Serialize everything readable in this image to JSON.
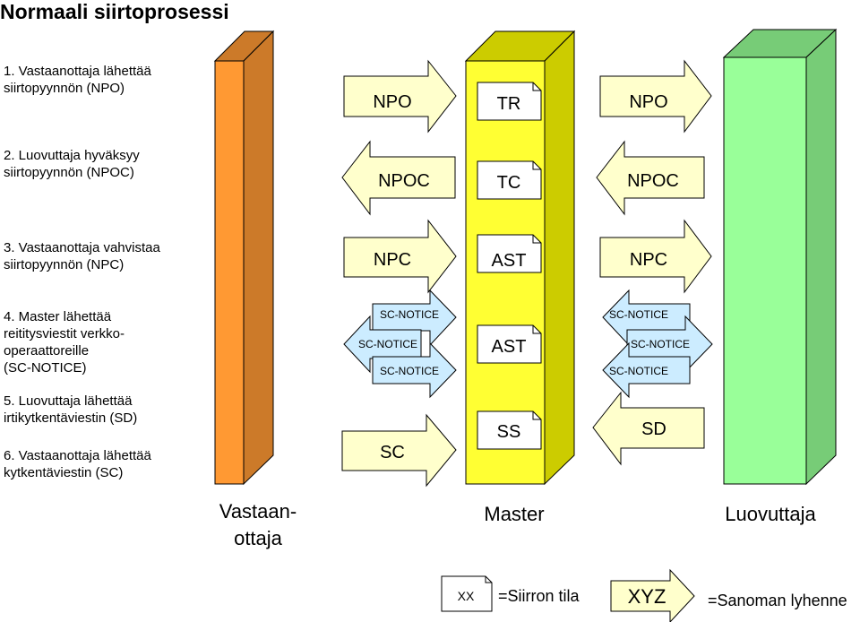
{
  "title": "Normaali siirtoprosessi",
  "steps": [
    {
      "lines": [
        "1. Vastaanottaja lähettää",
        "siirtopyynnön (NPO)"
      ]
    },
    {
      "lines": [
        "2. Luovuttaja hyväksyy",
        "siirtopyynnön (NPOC)"
      ]
    },
    {
      "lines": [
        "3. Vastaanottaja vahvistaa",
        "siirtopyynnön (NPC)"
      ]
    },
    {
      "lines": [
        "4. Master lähettää",
        "reititysviestit verkko-",
        "operaattoreille",
        "(SC-NOTICE)"
      ]
    },
    {
      "lines": [
        "5. Luovuttaja lähettää",
        "irtikytkentäviestin (SD)"
      ]
    },
    {
      "lines": [
        "6. Vastaanottaja lähettää",
        "kytkentäviestin (SC)"
      ]
    }
  ],
  "messages": {
    "npo": "NPO",
    "npoc": "NPOC",
    "npc": "NPC",
    "sc_notice": "SC-NOTICE",
    "sc": "SC",
    "sd": "SD"
  },
  "states": {
    "tr": "TR",
    "tc": "TC",
    "ast": "AST",
    "ss": "SS"
  },
  "actors": {
    "receiver": [
      "Vastaan-",
      "ottaja"
    ],
    "master": "Master",
    "donor": "Luovuttaja"
  },
  "legend": {
    "state_symbol": "XX",
    "state_label": "=Siirron tila",
    "message_symbol": "XYZ",
    "message_label": "=Sanoman lyhenne"
  },
  "colors": {
    "receiver_front": "#FF9933",
    "receiver_side": "#CC7A29",
    "master_front": "#FFFF33",
    "master_side": "#CCCC00",
    "donor_front": "#99FF99",
    "donor_side": "#77CC77",
    "arrow_fill": "#FFFFCC",
    "notice_arrow_fill": "#CCECFF",
    "state_box_fill": "#FFFFFF"
  }
}
